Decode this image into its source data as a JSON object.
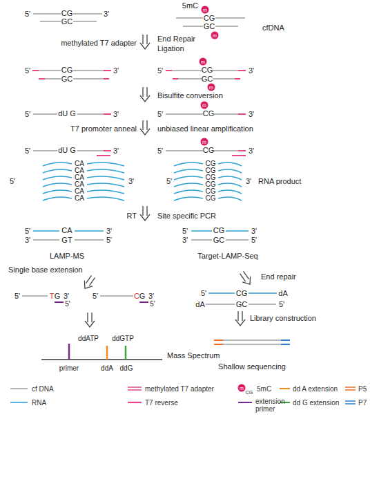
{
  "diagram": {
    "labels": [
      "5'",
      "CG",
      "3'",
      "GC",
      "5mC",
      "m",
      "CG",
      "GC",
      "m",
      "cfDNA",
      "methylated T7 adapter",
      "End Repair",
      "Ligation",
      "5'",
      "CG",
      "3'",
      "GC",
      "5'",
      "m",
      "CG",
      "3'",
      "GC",
      "m",
      "Bisulfite conversion",
      "5'",
      "dU G",
      "3'",
      "5'",
      "m",
      "CG",
      "3'",
      "T7 promoter anneal",
      "unbiased linear amplification",
      "5'",
      "dU G",
      "3'",
      "5'",
      "m",
      "CG",
      "3'",
      "5'",
      "CA",
      "CA",
      "CA",
      "CA",
      "CA",
      "CA",
      "3'",
      "5'",
      "CG",
      "CG",
      "CG",
      "CG",
      "CG",
      "CG",
      "3'",
      "RNA product",
      "RT",
      "Site specific PCR",
      "5'",
      "CA",
      "3'",
      "3'",
      "GT",
      "5'",
      "5'",
      "CG",
      "3'",
      "3'",
      "GC",
      "5'",
      "LAMP-MS",
      "Target-LAMP-Seq",
      "Single base extension",
      "End repair",
      "5'",
      "T",
      "G",
      "3'",
      "5'",
      "5'",
      "C",
      "G",
      "3'",
      "5'",
      "5'",
      "CG",
      "dA",
      "dA",
      "GC",
      "5'",
      "Library construction",
      "ddATP",
      "ddGTP",
      "primer",
      "ddA",
      "ddG",
      "Mass Spectrum",
      "Shallow sequencing",
      "m",
      "CG"
    ],
    "legend": [
      {
        "text": "cf DNA"
      },
      {
        "text": "methylated T7 adapter"
      },
      {
        "text": "5mC"
      },
      {
        "text": "dd A extension"
      },
      {
        "text": "P5"
      },
      {
        "text": "RNA"
      },
      {
        "text": "T7 reverse"
      },
      {
        "text": "extension primer"
      },
      {
        "text": "dd G extension"
      },
      {
        "text": "P7"
      }
    ]
  }
}
